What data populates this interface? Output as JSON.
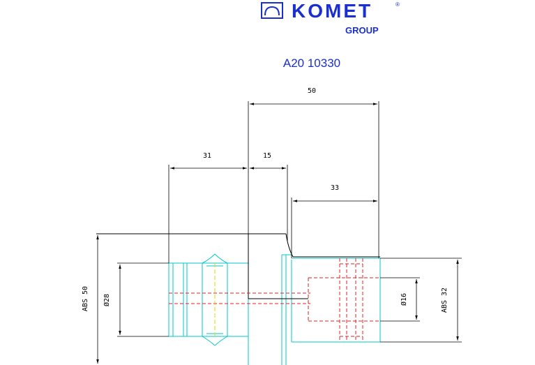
{
  "logo": {
    "brand": "KOMET",
    "sub": "GROUP",
    "reg": "®",
    "color": "#1a2fd0"
  },
  "part_number": "A20 10330",
  "dimensions": {
    "overall_length": "50",
    "left_length": "31",
    "flange": "15",
    "right_length": "33",
    "abs_left": "ABS 50",
    "dia_left": "Ø28",
    "dia_right": "Ø16",
    "abs_right": "ABS 32"
  },
  "colors": {
    "outline": "#00c8c8",
    "hidden": "#e02020",
    "center": "#d8d800",
    "dim": "#000000"
  }
}
